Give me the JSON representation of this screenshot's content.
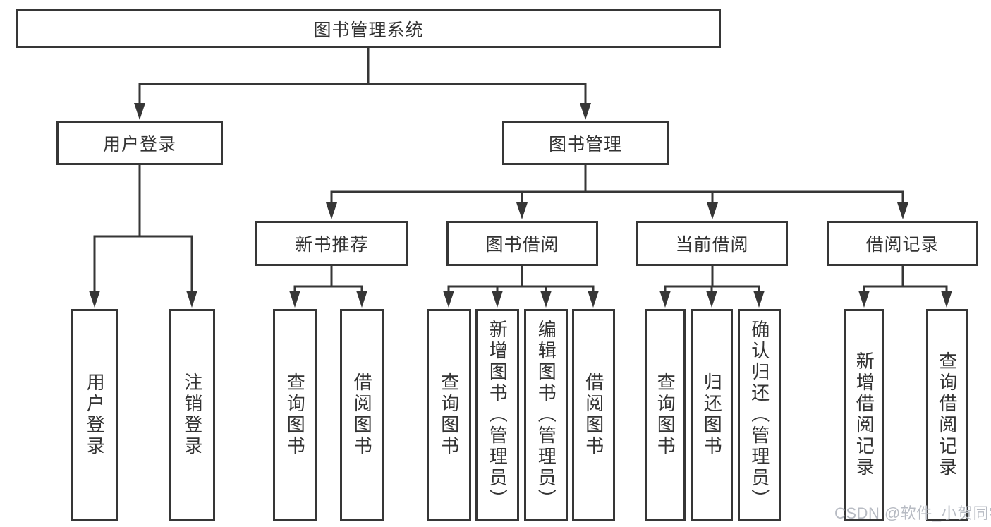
{
  "diagram": {
    "root": {
      "label": "图书管理系统"
    },
    "level2": [
      {
        "label": "用户登录"
      },
      {
        "label": "图书管理"
      }
    ],
    "level3": [
      {
        "label": "新书推荐"
      },
      {
        "label": "图书借阅"
      },
      {
        "label": "当前借阅"
      },
      {
        "label": "借阅记录"
      }
    ],
    "leaves": {
      "user": [
        {
          "label": "用户登录"
        },
        {
          "label": "注销登录"
        }
      ],
      "recommend": [
        {
          "label": "查询图书"
        },
        {
          "label": "借阅图书"
        }
      ],
      "borrow": [
        {
          "label": "查询图书"
        },
        {
          "label": "新增图书（管理员）"
        },
        {
          "label": "编辑图书（管理员）"
        },
        {
          "label": "借阅图书"
        }
      ],
      "current": [
        {
          "label": "查询图书"
        },
        {
          "label": "归还图书"
        },
        {
          "label": "确认归还（管理员）"
        }
      ],
      "records": [
        {
          "label": "新增借阅记录"
        },
        {
          "label": "查询借阅记录"
        }
      ]
    }
  },
  "watermark": {
    "text": "CSDN @软件_小贺同学"
  },
  "colors": {
    "line": "#363636",
    "border": "#363636",
    "text": "#333333",
    "watermark": "#b7bbc3",
    "background": "#ffffff"
  }
}
